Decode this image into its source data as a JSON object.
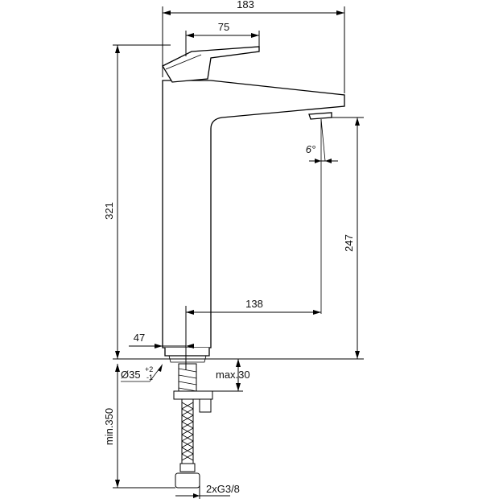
{
  "dimensions": {
    "overall_width": "183",
    "handle_width": "75",
    "overall_height": "321",
    "spout_height": "247",
    "spout_projection": "138",
    "axis_offset": "47",
    "tilt_angle": "6°",
    "hole_diameter": "Ø35",
    "hole_tol_plus": "+2",
    "hole_tol_minus": "-1",
    "deck_thickness": "max.30",
    "hose_length": "min.350",
    "connection": "2xG3/8"
  }
}
